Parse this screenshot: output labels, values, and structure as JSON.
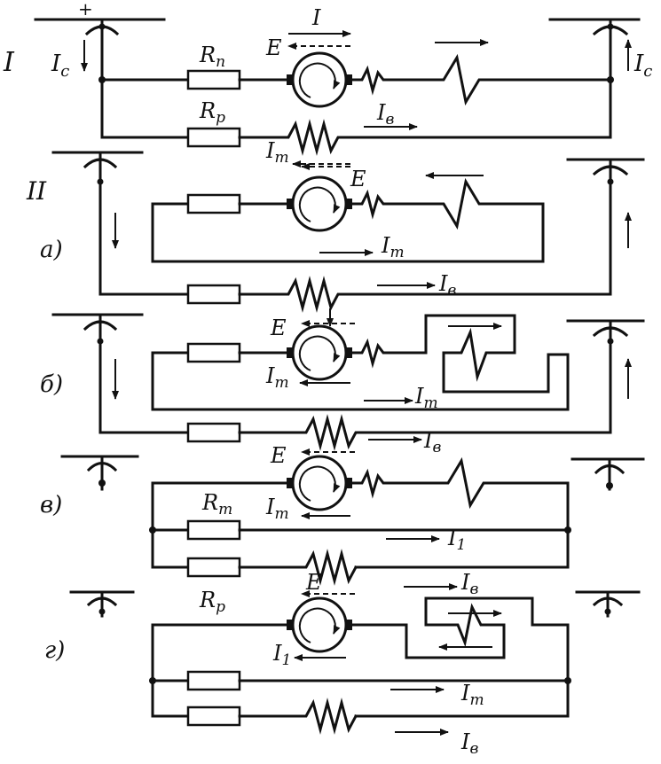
{
  "labels": {
    "plus": "+",
    "section_1": "I",
    "section_2": "II",
    "sub_a": "а)",
    "sub_b": "б)",
    "sub_v": "в)",
    "sub_g": "г)",
    "I": "I",
    "E": "E",
    "Ic": "I",
    "Ic_sub": "с",
    "Rp": "R",
    "Rp_sub": "п",
    "Rr": "R",
    "Rr_sub": "р",
    "RT": "R",
    "RT_sub": "т",
    "IB": "I",
    "IB_sub": "в",
    "IT": "I",
    "IT_sub": "т",
    "I1": "I",
    "I1_sub": "1"
  }
}
